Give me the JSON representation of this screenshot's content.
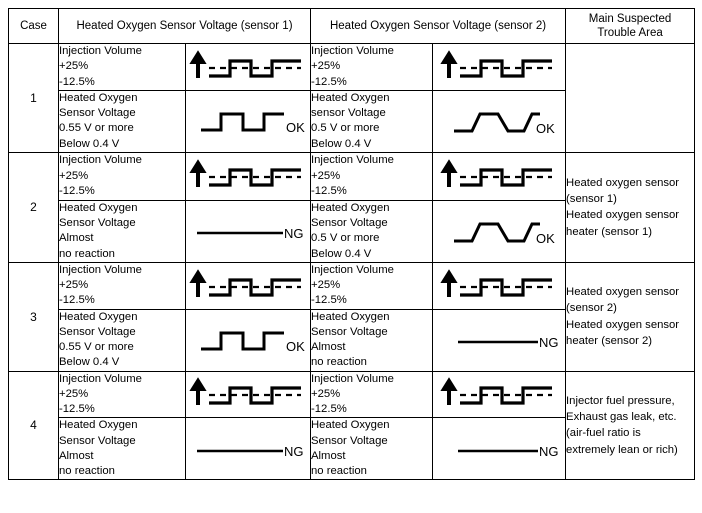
{
  "table": {
    "headers": [
      "Case",
      "Heated Oxygen Sensor Voltage (sensor 1)",
      "Heated Oxygen Sensor Voltage (sensor 2)",
      "Main Suspected\nTrouble Area"
    ],
    "rows": [
      {
        "case": "1",
        "sensor1": {
          "injection_label": "Injection Volume\n+25%\n-12.5%",
          "injection_waveform": "square-wave-with-dashed-reference",
          "voltage_label": "Heated Oxygen\nSensor Voltage\n0.55 V or more\nBelow 0.4 V",
          "voltage_waveform": "square-wave",
          "result": "OK"
        },
        "sensor2": {
          "injection_label": "Injection Volume\n+25%\n-12.5%",
          "injection_waveform": "square-wave-with-dashed-reference",
          "voltage_label": "Heated Oxygen\nsensor Voltage\n0.5 V or more\nBelow 0.4 V",
          "voltage_waveform": "trapezoid-wave",
          "result": "OK"
        },
        "trouble_area": ""
      },
      {
        "case": "2",
        "sensor1": {
          "injection_label": "Injection Volume\n+25%\n-12.5%",
          "injection_waveform": "square-wave-with-dashed-reference",
          "voltage_label": "Heated Oxygen\nSensor Voltage\nAlmost\nno reaction",
          "voltage_waveform": "flat-line",
          "result": "NG"
        },
        "sensor2": {
          "injection_label": "Injection Volume\n+25%\n-12.5%",
          "injection_waveform": "square-wave-with-dashed-reference",
          "voltage_label": "Heated Oxygen\nSensor Voltage\n0.5 V or more\nBelow 0.4 V",
          "voltage_waveform": "trapezoid-wave",
          "result": "OK"
        },
        "trouble_area": "Heated oxygen sensor\n(sensor 1)\nHeated oxygen sensor\nheater (sensor 1)"
      },
      {
        "case": "3",
        "sensor1": {
          "injection_label": "Injection Volume\n+25%\n-12.5%",
          "injection_waveform": "square-wave-with-dashed-reference",
          "voltage_label": "Heated Oxygen\nSensor Voltage\n0.55 V or more\nBelow 0.4 V",
          "voltage_waveform": "square-wave",
          "result": "OK"
        },
        "sensor2": {
          "injection_label": "Injection Volume\n+25%\n-12.5%",
          "injection_waveform": "square-wave-with-dashed-reference",
          "voltage_label": "Heated Oxygen\nSensor Voltage\nAlmost\nno reaction",
          "voltage_waveform": "flat-line",
          "result": "NG"
        },
        "trouble_area": "Heated oxygen sensor\n(sensor 2)\nHeated oxygen sensor\nheater (sensor 2)"
      },
      {
        "case": "4",
        "sensor1": {
          "injection_label": "Injection Volume\n+25%\n-12.5%",
          "injection_waveform": "square-wave-with-dashed-reference",
          "voltage_label": "Heated Oxygen\nSensor Voltage\nAlmost\nno reaction",
          "voltage_waveform": "flat-line",
          "result": "NG"
        },
        "sensor2": {
          "injection_label": "Injection Volume\n+25%\n-12.5%",
          "injection_waveform": "square-wave-with-dashed-reference",
          "voltage_label": "Heated Oxygen\nSensor Voltage\nAlmost\nno reaction",
          "voltage_waveform": "flat-line",
          "result": "NG"
        },
        "trouble_area": "Injector fuel pressure,\nExhaust gas leak, etc.\n(air-fuel ratio is\nextremely lean or rich)"
      }
    ]
  },
  "colors": {
    "line": "#000000",
    "background": "#ffffff"
  }
}
